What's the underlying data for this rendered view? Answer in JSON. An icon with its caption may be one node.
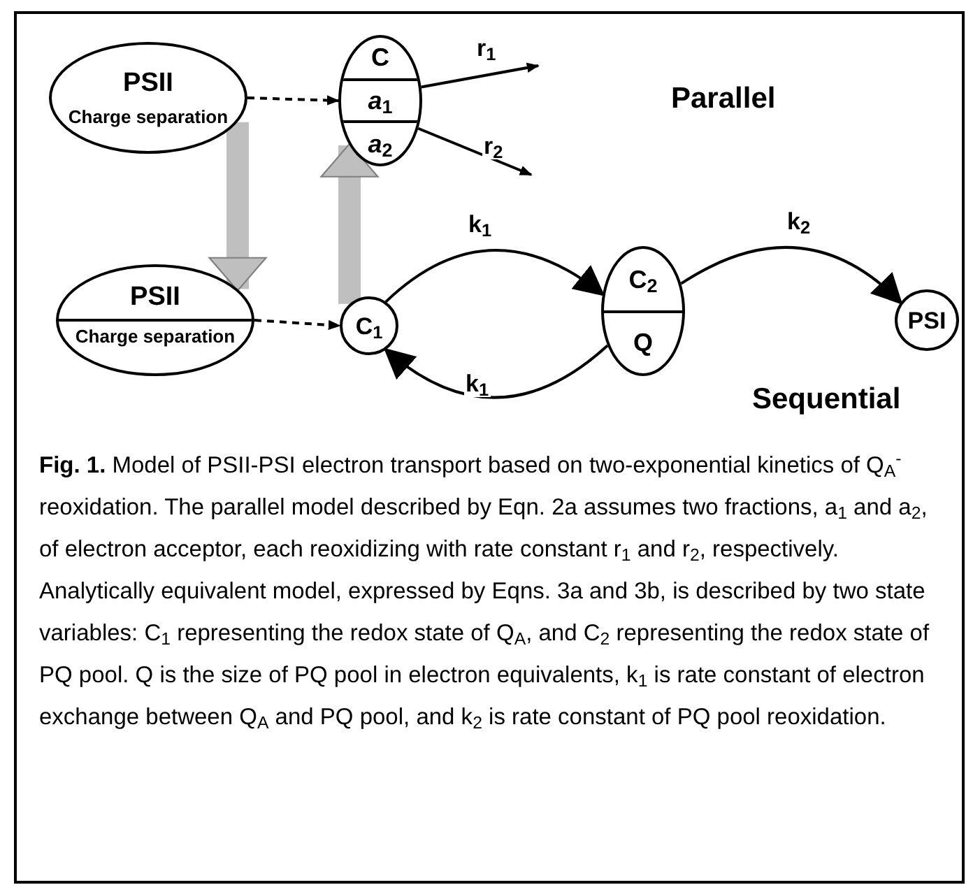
{
  "diagram": {
    "caption": "**Fig. 1.** Model of PSII-PSI electron transport based on two-exponential kinetics of Q$_{A}$$^{-}$ reoxidation. The parallel model described by Eqn. 2a assumes two fractions, a$_{1}$ and a$_{2}$, of electron acceptor, each reoxidizing with rate constant r$_{1}$ and r$_{2}$, respectively.  Analytically equivalent model, expressed by Eqns. 3a and 3b, is described by two state variables: C$_{1}$ representing the redox state of Q$_{A}$, and C$_{2}$ representing the redox state of PQ pool. Q is the size of PQ pool in electron equivalents, k$_{1}$ is rate constant of electron exchange between Q$_{A}$ and PQ pool, and k$_{2}$ is rate constant of PQ pool reoxidation.",
    "nodes": [
      {
        "text": [
          "PSII",
          "Charge separation"
        ]
      },
      {
        "text": [
          "C",
          "*a*$_{1}$",
          "*a*$_{2}$"
        ]
      },
      {
        "text": [
          "PSII",
          "Charge separation"
        ]
      },
      {
        "text": [
          "C$_{1}$"
        ]
      },
      {
        "text": [
          "C$_{2}$",
          "Q"
        ]
      },
      {
        "text": [
          "PSI"
        ]
      }
    ],
    "edges": [
      {
        "from": 0,
        "to": 1,
        "arrow": "to",
        "style": "dashed"
      },
      {
        "from": 1,
        "to": null,
        "arrow": "to",
        "label": "r$_{1}$"
      },
      {
        "from": 1,
        "to": null,
        "arrow": "to",
        "label": "r$_{2}$"
      },
      {
        "from": 0,
        "to": 2,
        "arrow": "to",
        "style": "thick",
        "color": "#bfbfbf"
      },
      {
        "from": 3,
        "to": 1,
        "arrow": "to",
        "style": "thick",
        "color": "#bfbfbf"
      },
      {
        "from": 2,
        "to": 3,
        "arrow": "to",
        "style": "dashed"
      },
      {
        "from": 3,
        "to": 4,
        "arrow": "to",
        "label": "k$_{1}$"
      },
      {
        "from": 4,
        "to": 3,
        "arrow": "to",
        "label": "k$_{1}$"
      },
      {
        "from": 4,
        "to": 5,
        "arrow": "to",
        "label": "k$_{2}$"
      }
    ],
    "labels": [
      "Parallel",
      "Sequential"
    ]
  }
}
